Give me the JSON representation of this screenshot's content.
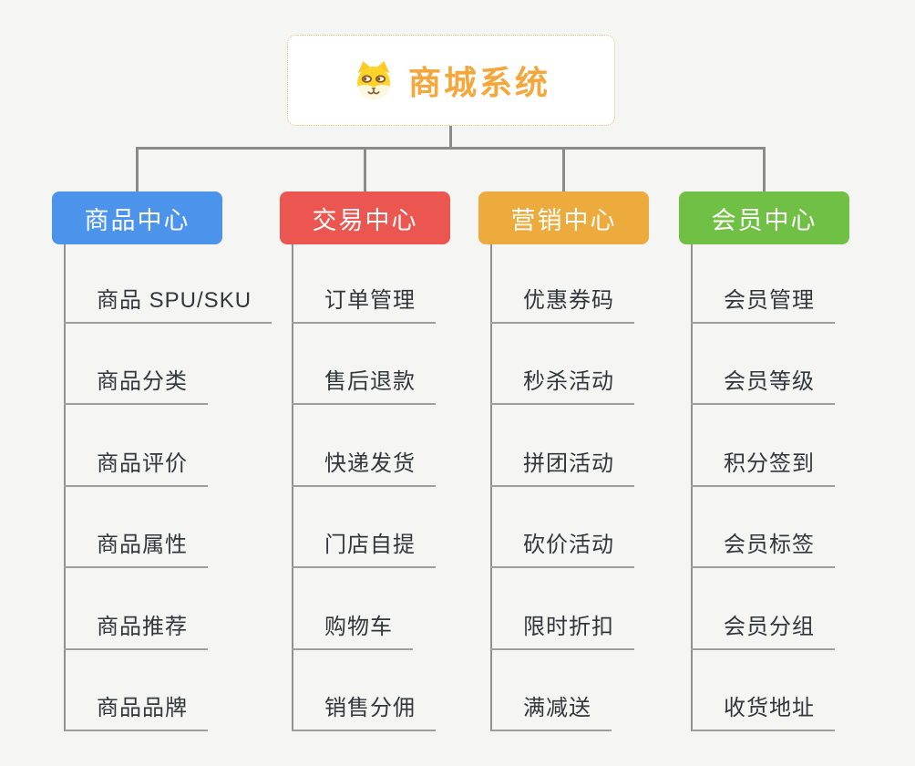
{
  "root": {
    "title": "商城系统",
    "icon": "dog-face-icon",
    "accent_color": "#f5a73b"
  },
  "colors": {
    "background": "#f5f5f4",
    "connector": "#8b8b8b",
    "item_underline": "#9e9e9e"
  },
  "branches": [
    {
      "label": "商品中心",
      "color": "#4b93eb",
      "items": [
        "商品 SPU/SKU",
        "商品分类",
        "商品评价",
        "商品属性",
        "商品推荐",
        "商品品牌"
      ]
    },
    {
      "label": "交易中心",
      "color": "#eb5750",
      "items": [
        "订单管理",
        "售后退款",
        "快递发货",
        "门店自提",
        "购物车",
        "销售分佣"
      ]
    },
    {
      "label": "营销中心",
      "color": "#ecab3c",
      "items": [
        "优惠券码",
        "秒杀活动",
        "拼团活动",
        "砍价活动",
        "限时折扣",
        "满减送"
      ]
    },
    {
      "label": "会员中心",
      "color": "#6fc044",
      "items": [
        "会员管理",
        "会员等级",
        "积分签到",
        "会员标签",
        "会员分组",
        "收货地址"
      ]
    }
  ]
}
